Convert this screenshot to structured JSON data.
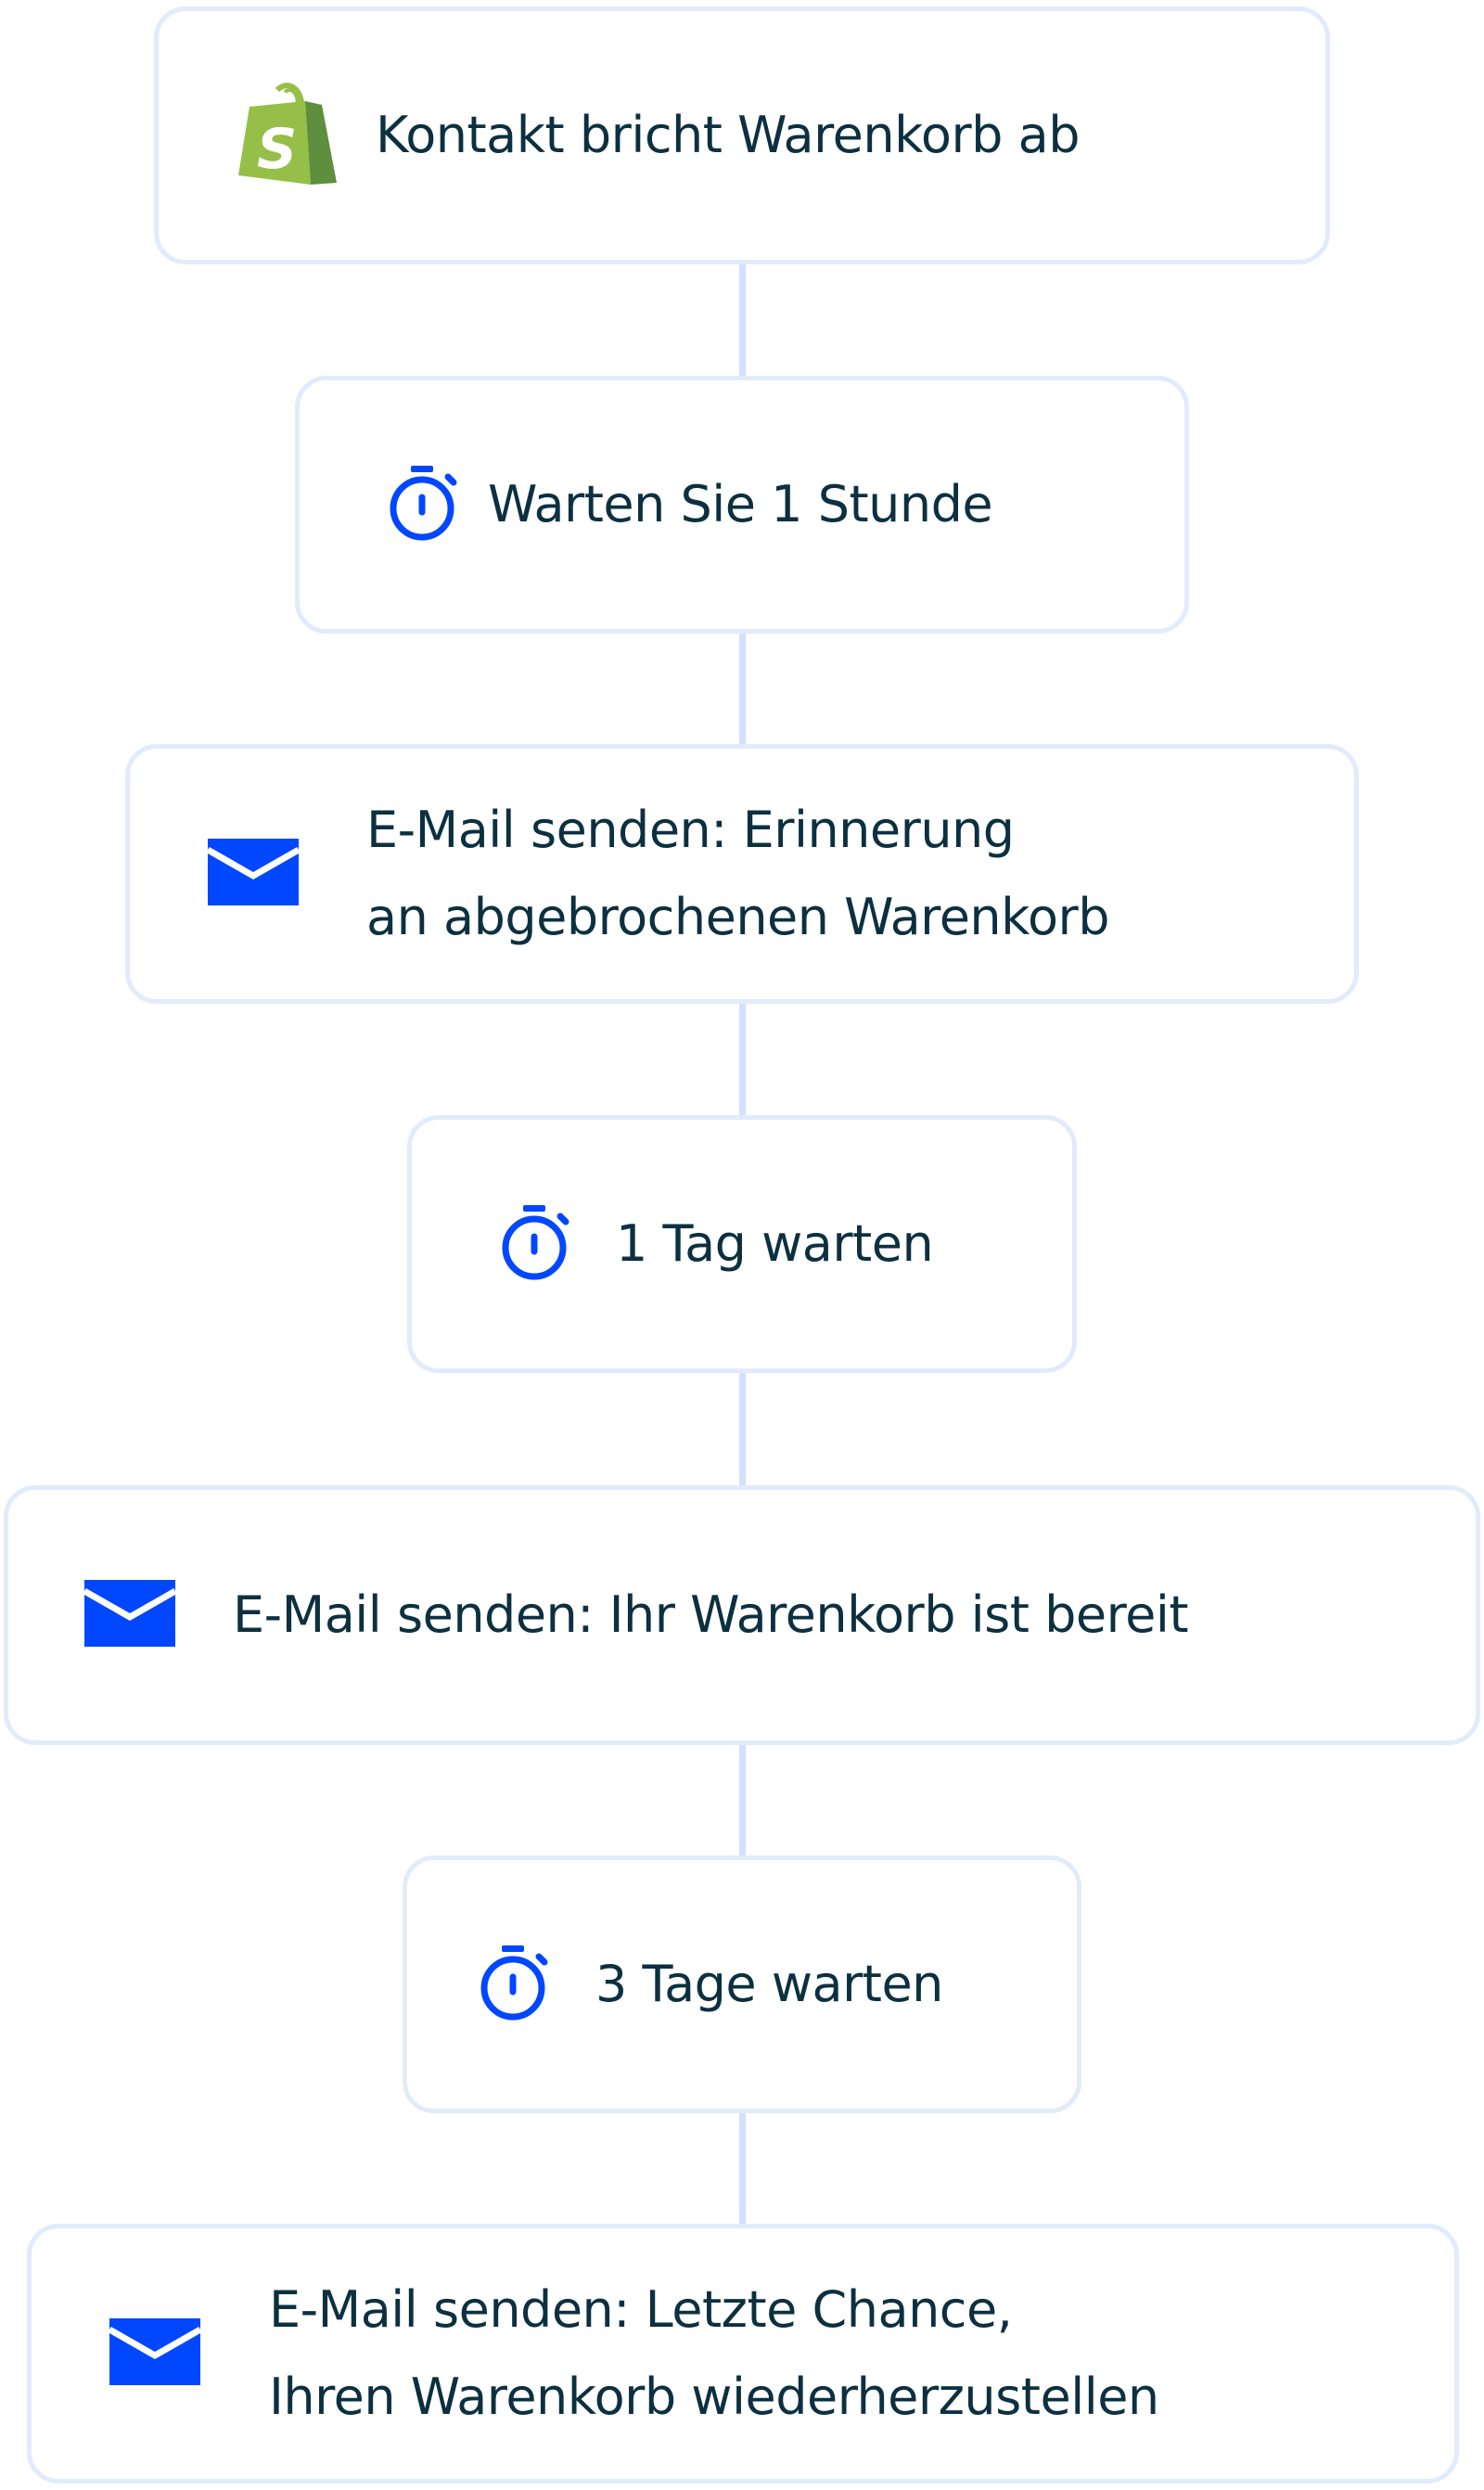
{
  "steps": [
    {
      "type": "trigger",
      "icon": "shopify-bag-icon",
      "label": "Kontakt bricht Warenkorb ab"
    },
    {
      "type": "wait",
      "icon": "stopwatch-icon",
      "label": "Warten Sie 1 Stunde"
    },
    {
      "type": "email",
      "icon": "envelope-icon",
      "line1": "E-Mail senden: Erinnerung",
      "line2": "an abgebrochenen Warenkorb"
    },
    {
      "type": "wait",
      "icon": "stopwatch-icon",
      "label": "1 Tag warten"
    },
    {
      "type": "email",
      "icon": "envelope-icon",
      "label": "E-Mail senden: Ihr Warenkorb ist bereit"
    },
    {
      "type": "wait",
      "icon": "stopwatch-icon",
      "label": "3 Tage warten"
    },
    {
      "type": "email",
      "icon": "envelope-icon",
      "line1": "E-Mail senden: Letzte Chance,",
      "line2": "Ihren Warenkorb wiederherzustellen"
    }
  ],
  "colors": {
    "accent": "#0047ff",
    "text": "#0c3040",
    "border": "#e2ebfc",
    "connector": "#d3e0fb",
    "shopify_light": "#95bf47",
    "shopify_dark": "#5e8e3e"
  }
}
